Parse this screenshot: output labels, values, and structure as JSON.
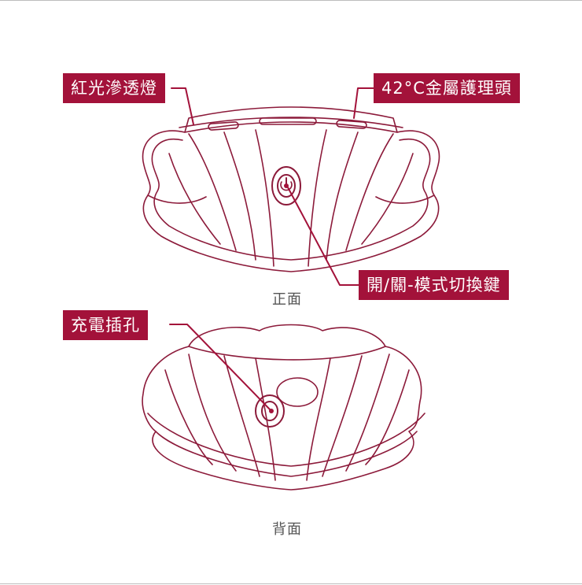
{
  "callouts": {
    "red_light": "紅光滲透燈",
    "metal_head": "42°C金屬護理頭",
    "power_mode_key": "開/關-模式切換鍵",
    "charging_port": "充電插孔"
  },
  "views": {
    "front": "正面",
    "back": "背面"
  },
  "colors": {
    "accent": "#a3123a",
    "outline": "#8c1a3a"
  }
}
